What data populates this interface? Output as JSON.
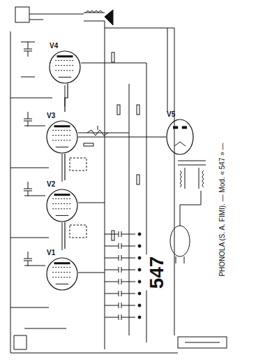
{
  "diagram": {
    "caption": "PHONOLA (S. A. FIMI). — Mod. « 547 » —",
    "nodes": [
      {
        "text": [
          "V4"
        ]
      },
      {
        "text": [
          "V3"
        ]
      },
      {
        "text": [
          "V2"
        ]
      },
      {
        "text": [
          "V1"
        ]
      },
      {
        "text": [
          "V5"
        ]
      }
    ],
    "edges": [
      {
        "from": 3,
        "to": 2,
        "arrow": "none"
      },
      {
        "from": 2,
        "to": 1,
        "arrow": "none"
      },
      {
        "from": 1,
        "to": 0,
        "arrow": "none"
      },
      {
        "from": 4,
        "to": 1,
        "arrow": "none"
      }
    ],
    "labels": [
      "547"
    ]
  }
}
